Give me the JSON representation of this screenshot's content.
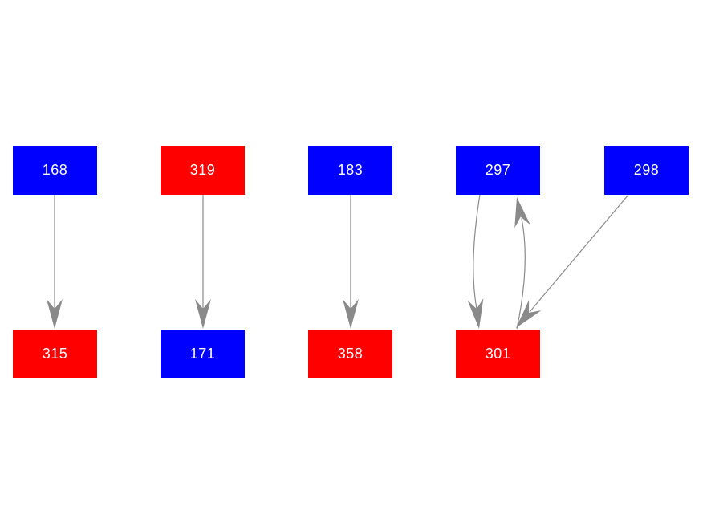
{
  "diagram": {
    "type": "directed-graph",
    "background": "#ffffff",
    "colors": {
      "blue_node": "#0000ff",
      "red_node": "#ff0000",
      "node_label_text": "#ffffff",
      "edge": "#8a8a8a"
    },
    "nodes": [
      {
        "label": "168",
        "color": "blue",
        "row": "top",
        "col": 0
      },
      {
        "label": "319",
        "color": "red",
        "row": "top",
        "col": 1
      },
      {
        "label": "183",
        "color": "blue",
        "row": "top",
        "col": 2
      },
      {
        "label": "297",
        "color": "blue",
        "row": "top",
        "col": 3
      },
      {
        "label": "298",
        "color": "blue",
        "row": "top",
        "col": 4
      },
      {
        "label": "315",
        "color": "red",
        "row": "bottom",
        "col": 0
      },
      {
        "label": "171",
        "color": "blue",
        "row": "bottom",
        "col": 1
      },
      {
        "label": "358",
        "color": "red",
        "row": "bottom",
        "col": 2
      },
      {
        "label": "301",
        "color": "red",
        "row": "bottom",
        "col": 3
      }
    ],
    "edges": [
      {
        "from": "168",
        "to": "315",
        "shape": "straight-down"
      },
      {
        "from": "319",
        "to": "171",
        "shape": "straight-down"
      },
      {
        "from": "183",
        "to": "358",
        "shape": "straight-down"
      },
      {
        "from": "297",
        "to": "301",
        "shape": "curved-left"
      },
      {
        "from": "301",
        "to": "297",
        "shape": "curved-right"
      },
      {
        "from": "298",
        "to": "301",
        "shape": "straight-diagonal"
      }
    ]
  }
}
